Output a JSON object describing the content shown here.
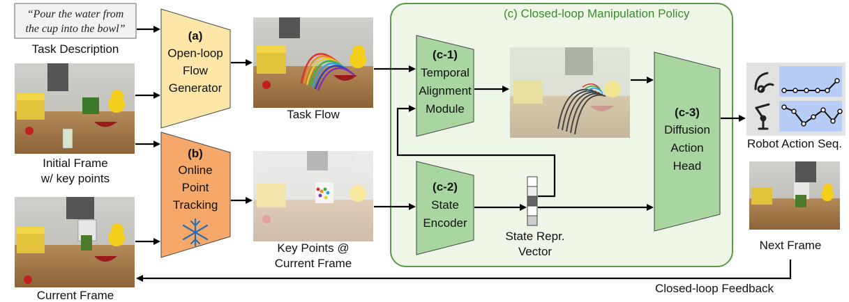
{
  "task_description": {
    "quote_line1": "“Pour the water from",
    "quote_line2": "the cup into the bowl”",
    "label": "Task Description"
  },
  "images": {
    "initial_frame": {
      "label_line1": "Initial Frame",
      "label_line2": "w/ key points"
    },
    "current_frame": {
      "label": "Current Frame"
    },
    "task_flow": {
      "label": "Task Flow"
    },
    "key_points": {
      "label_line1": "Key Points @",
      "label_line2": "Current Frame"
    },
    "next_frame": {
      "label": "Next Frame"
    }
  },
  "modules": {
    "a": {
      "tag": "(a)",
      "line1": "Open-loop",
      "line2": "Flow",
      "line3": "Generator",
      "color": "#fde7a8"
    },
    "b": {
      "tag": "(b)",
      "line1": "Online",
      "line2": "Point",
      "line3": "Tracking",
      "color": "#f5a86a"
    },
    "c1": {
      "tag": "(c-1)",
      "line1": "Temporal",
      "line2": "Alignment",
      "line3": "Module"
    },
    "c2": {
      "tag": "(c-2)",
      "line1": "State",
      "line2": "Encoder"
    },
    "c3": {
      "tag": "(c-3)",
      "line1": "Diffusion",
      "line2": "Action",
      "line3": "Head"
    }
  },
  "policy_group": {
    "title": "(c) Closed-loop Manipulation Policy",
    "border_color": "#5a9a4a",
    "fill_color": "#eef6e8"
  },
  "state_vector": {
    "label_line1": "State Repr.",
    "label_line2": "Vector"
  },
  "robot_action": {
    "label": "Robot Action Seq."
  },
  "feedback": {
    "label": "Closed-loop Feedback"
  },
  "colors": {
    "module_green": "#a8d5a0",
    "arrow": "#000000",
    "action_plot_bg": "#b7cdf5"
  },
  "icons": {
    "freeze": "snowflake-icon",
    "gripper": "gripper-icon",
    "robot_arm": "robot-arm-icon"
  }
}
